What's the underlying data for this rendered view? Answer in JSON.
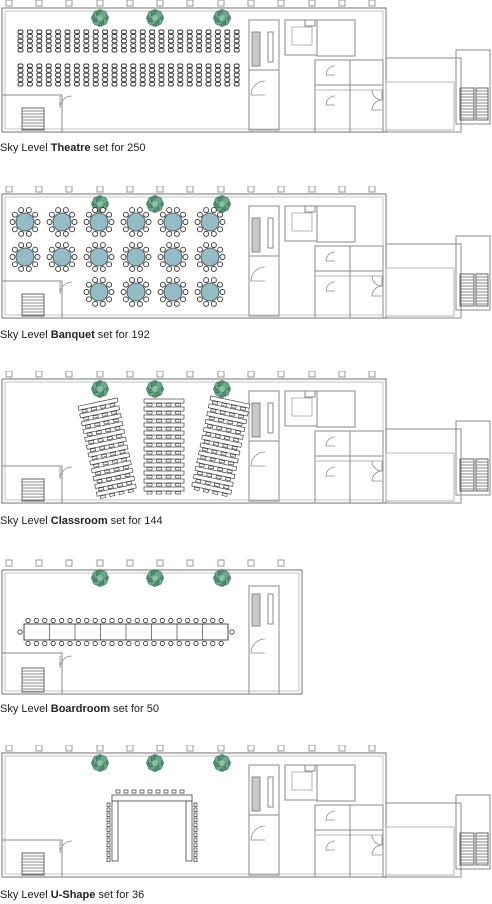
{
  "colors": {
    "wall": "#8a8a8a",
    "thin": "#b5b5b5",
    "table_fill": "#93bcc6",
    "chair": "#333333",
    "plant": "#4f8f74",
    "door_fill": "#c8c8c8"
  },
  "icons": [
    "plant-icon",
    "round-table-icon",
    "stairs-icon",
    "chair-icon",
    "column-icon"
  ],
  "plans": [
    {
      "id": "theatre",
      "prefix": "Sky Level ",
      "style": "Theatre",
      "suffix": " set for 250"
    },
    {
      "id": "banquet",
      "prefix": "Sky Level ",
      "style": "Banquet",
      "suffix": " set for 192"
    },
    {
      "id": "classroom",
      "prefix": "Sky Level ",
      "style": "Classroom",
      "suffix": " set for 144"
    },
    {
      "id": "boardroom",
      "prefix": "Sky Level ",
      "style": "Boardroom",
      "suffix": " set for 50"
    },
    {
      "id": "ushape",
      "prefix": "Sky Level ",
      "style": "U-Shape",
      "suffix": " set for 36"
    }
  ]
}
